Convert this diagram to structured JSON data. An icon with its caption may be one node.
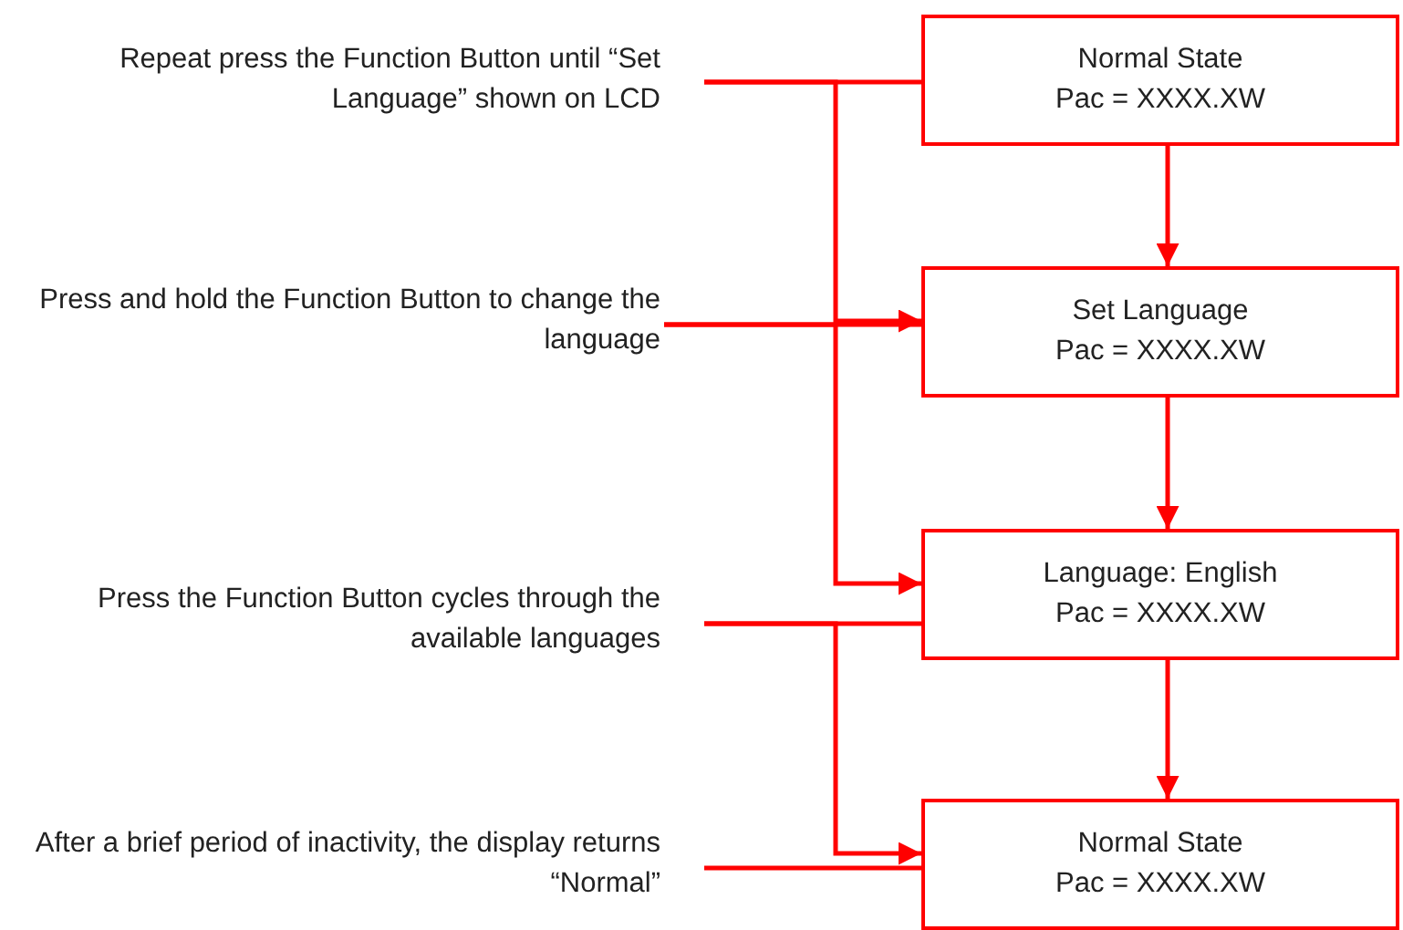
{
  "diagram": {
    "nodes": [
      {
        "text": [
          "Repeat press the Function Button until “Set Language” shown on LCD"
        ]
      },
      {
        "text": [
          "Normal State",
          "Pac = XXXX.XW"
        ]
      },
      {
        "text": [
          "Press and hold the Function Button to change the language"
        ]
      },
      {
        "text": [
          "Set Language",
          "Pac = XXXX.XW"
        ]
      },
      {
        "text": [
          "Press the Function Button cycles through the available languages"
        ]
      },
      {
        "text": [
          "Language: English",
          "Pac = XXXX.XW"
        ]
      },
      {
        "text": [
          "After a brief period of inactivity, the display returns “Normal”"
        ]
      },
      {
        "text": [
          "Normal State",
          "Pac = XXXX.XW"
        ]
      }
    ],
    "edges": [
      {
        "from": 0,
        "to": 1,
        "arrow": "none"
      },
      {
        "from": 0,
        "to": 3,
        "arrow": "to"
      },
      {
        "from": 1,
        "to": 3,
        "arrow": "to"
      },
      {
        "from": 2,
        "to": 3,
        "arrow": "none"
      },
      {
        "from": 2,
        "to": 5,
        "arrow": "to"
      },
      {
        "from": 3,
        "to": 5,
        "arrow": "to"
      },
      {
        "from": 4,
        "to": 5,
        "arrow": "none"
      },
      {
        "from": 4,
        "to": 7,
        "arrow": "to"
      },
      {
        "from": 5,
        "to": 7,
        "arrow": "to"
      },
      {
        "from": 6,
        "to": 7,
        "arrow": "none"
      }
    ]
  }
}
